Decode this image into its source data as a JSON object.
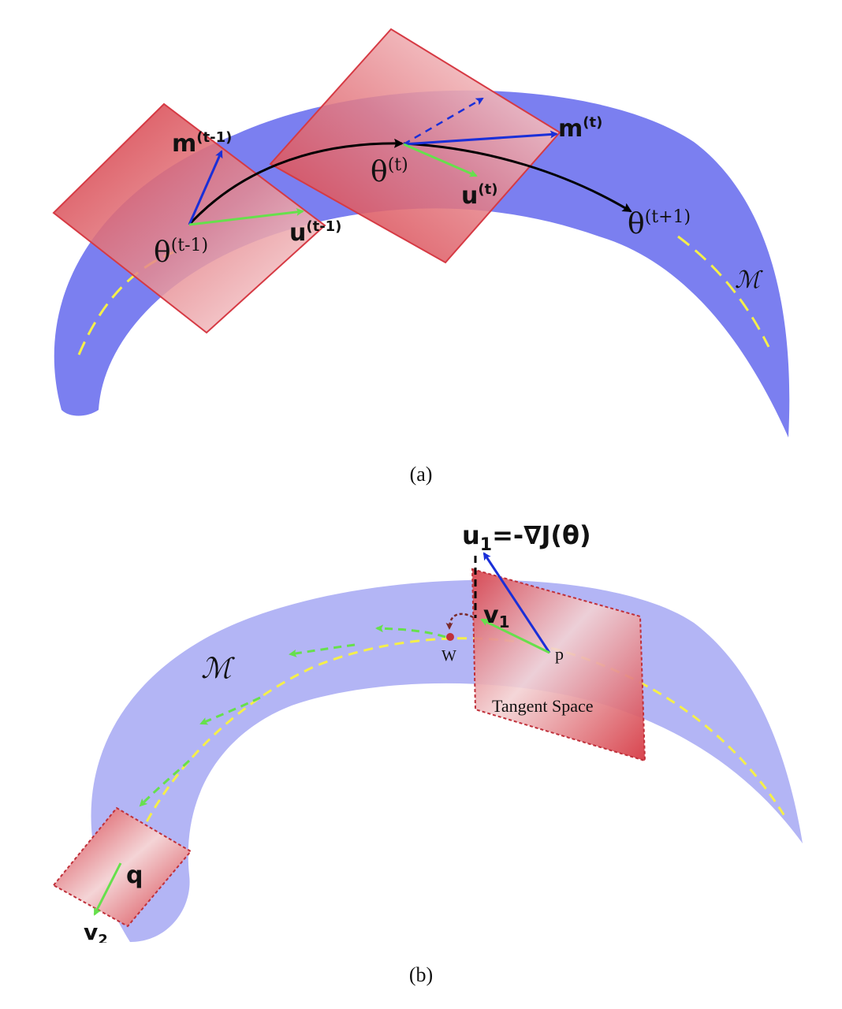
{
  "panel_a": {
    "caption": "(a)",
    "manifold_label": "ℳ",
    "theta_prev": {
      "base": "θ",
      "sup": "(t-1)"
    },
    "theta_curr": {
      "base": "θ",
      "sup": "(t)"
    },
    "theta_next": {
      "base": "θ",
      "sup": "(t+1)"
    },
    "m_prev": {
      "base": "m",
      "sup": "(t-1)"
    },
    "m_curr": {
      "base": "m",
      "sup": "(t)"
    },
    "u_prev": {
      "base": "u",
      "sup": "(t-1)"
    },
    "u_curr": {
      "base": "u",
      "sup": "(t)"
    }
  },
  "panel_b": {
    "caption": "(b)",
    "manifold_label": "ℳ",
    "gradient_label": {
      "base": "u",
      "sub": "1",
      "rest": "=-∇J(θ)"
    },
    "v1_label": {
      "base": "v",
      "sub": "1"
    },
    "v2_label": {
      "base": "v",
      "sub": "2"
    },
    "w_label": "W",
    "p_label": "p",
    "q_label": "q",
    "tangent_space_label": "Tangent Space"
  },
  "colors": {
    "manifold_a": "#7b7ff0",
    "manifold_b": "#b3b5f5",
    "plane_red": "#d63a44",
    "arrow_blue": "#1a2fd8",
    "arrow_green": "#66e04c",
    "geodesic_yellow": "#f5ef4a",
    "arrow_black": "#000000"
  }
}
